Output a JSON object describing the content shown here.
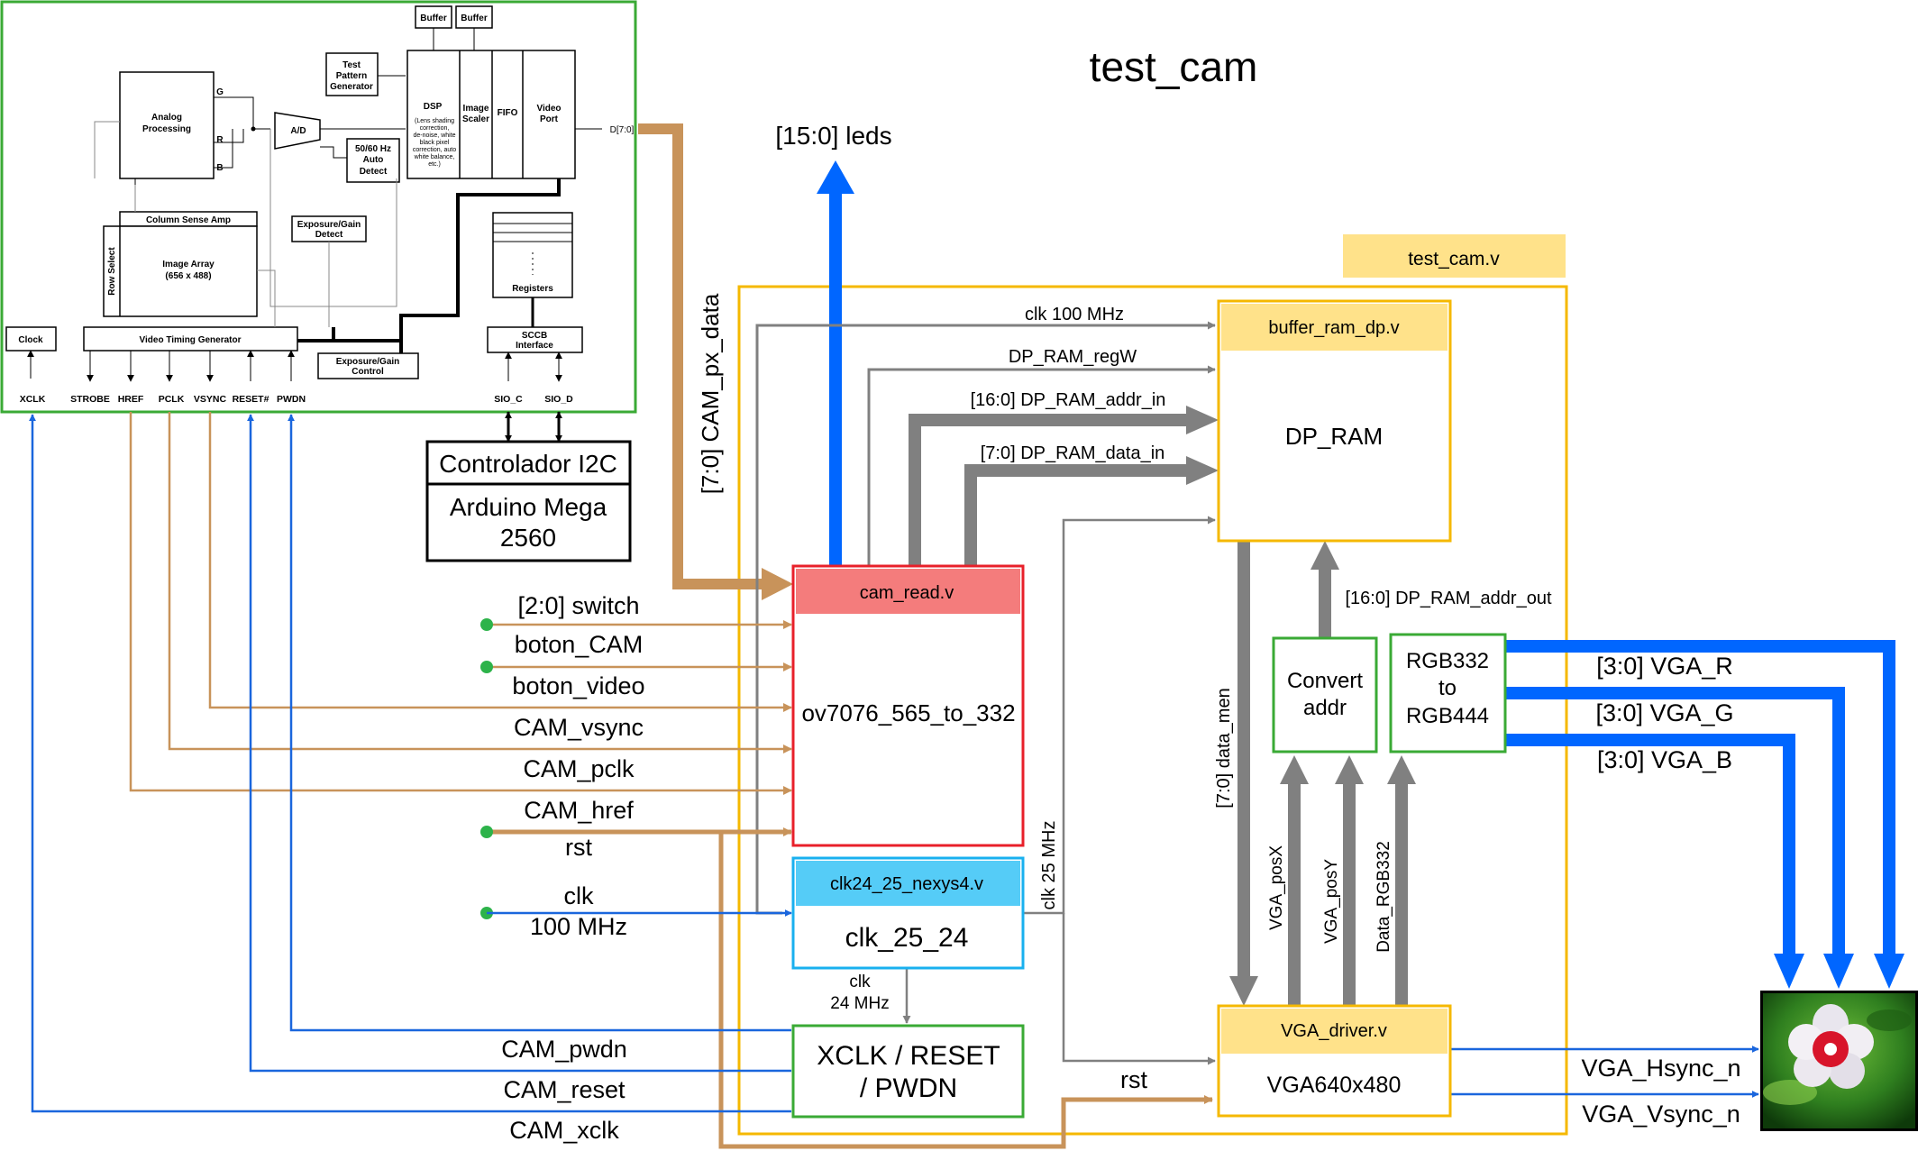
{
  "title": "test_cam",
  "top_module": "test_cam.v",
  "sensor": {
    "buffers": [
      "Buffer",
      "Buffer"
    ],
    "test_pattern": [
      "Test",
      "Pattern",
      "Generator"
    ],
    "analog": [
      "Analog",
      "Processing"
    ],
    "gr": [
      "G",
      "R",
      "B"
    ],
    "ad": "A/D",
    "dsp_title": "DSP",
    "dsp_desc": [
      "(Lens shading",
      "correction,",
      "de-noise, white",
      "black pixel",
      "correction, auto",
      "white balance,",
      "etc.)"
    ],
    "image_scaler": [
      "Image",
      "Scaler"
    ],
    "fifo": "FIFO",
    "video_port": [
      "Video",
      "Port"
    ],
    "d70": "D[7:0]",
    "autodetect": [
      "50/60 Hz",
      "Auto",
      "Detect"
    ],
    "col_sense": "Column Sense Amp",
    "row_select": "Row Select",
    "image_array": [
      "Image Array",
      "(656 x 488)"
    ],
    "exposure_detect": [
      "Exposure/Gain",
      "Detect"
    ],
    "registers": "Registers",
    "clock": "Clock",
    "vtg": "Video Timing Generator",
    "exposure_control": [
      "Exposure/Gain",
      "Control"
    ],
    "sccb": [
      "SCCB",
      "Interface"
    ],
    "pins": [
      "XCLK",
      "STROBE",
      "HREF",
      "PCLK",
      "VSYNC",
      "RESET#",
      "PWDN",
      "SIO_C",
      "SIO_D"
    ]
  },
  "i2c": {
    "top": "Controlador I2C",
    "bottom": [
      "Arduino Mega",
      "2560"
    ]
  },
  "modules": {
    "cam_read": {
      "title": "cam_read.v",
      "body": "ov7076_565_to_332"
    },
    "clk": {
      "title": "clk24_25_nexys4.v",
      "body": "clk_25_24"
    },
    "xclk": {
      "body": [
        "XCLK / RESET",
        "/ PWDN"
      ]
    },
    "buffer": {
      "title": "buffer_ram_dp.v",
      "body": "DP_RAM"
    },
    "vga": {
      "title": "VGA_driver.v",
      "body": "VGA640x480"
    },
    "convert": [
      "Convert",
      "addr"
    ],
    "rgb": [
      "RGB332",
      "to",
      "RGB444"
    ]
  },
  "signals": {
    "leds": "[15:0] leds",
    "cam_px": "[7:0] CAM_px_data",
    "clk100": "clk 100 MHz",
    "regw": "DP_RAM_regW",
    "addr_in": "[16:0] DP_RAM_addr_in",
    "data_in": "[7:0] DP_RAM_data_in",
    "addr_out": "[16:0] DP_RAM_addr_out",
    "data_men": "[7:0] data_men",
    "clk25": "clk 25 MHz",
    "vga_posx": "VGA_posX",
    "vga_posy": "VGA_posY",
    "data_rgb": "Data_RGB332",
    "vga_r": "[3:0] VGA_R",
    "vga_g": "[3:0] VGA_G",
    "vga_b": "[3:0] VGA_B",
    "hsync": "VGA_Hsync_n",
    "vsync": "VGA_Vsync_n",
    "switch": "[2:0] switch",
    "boton_cam": "boton_CAM",
    "boton_video": "boton_video",
    "cam_vsync": "CAM_vsync",
    "cam_pclk": "CAM_pclk",
    "cam_href": "CAM_href",
    "rst": "rst",
    "clk_in": [
      "clk",
      "100 MHz"
    ],
    "clk24": [
      "clk",
      "24 MHz"
    ],
    "cam_pwdn": "CAM_pwdn",
    "cam_reset": "CAM_reset",
    "cam_xclk": "CAM_xclk",
    "rst2": "rst"
  },
  "colors": {
    "blue_bus": "#0066ff",
    "blue_line": "#1a66dd",
    "brown": "#c8935a",
    "gray": "#808080",
    "green_box": "#3aaa35",
    "red_box": "#e8202a",
    "red_title": "#f47c7c",
    "cyan_title": "#55ccf7",
    "yellow": "#f5b800",
    "yellow_title": "#ffe28a"
  }
}
